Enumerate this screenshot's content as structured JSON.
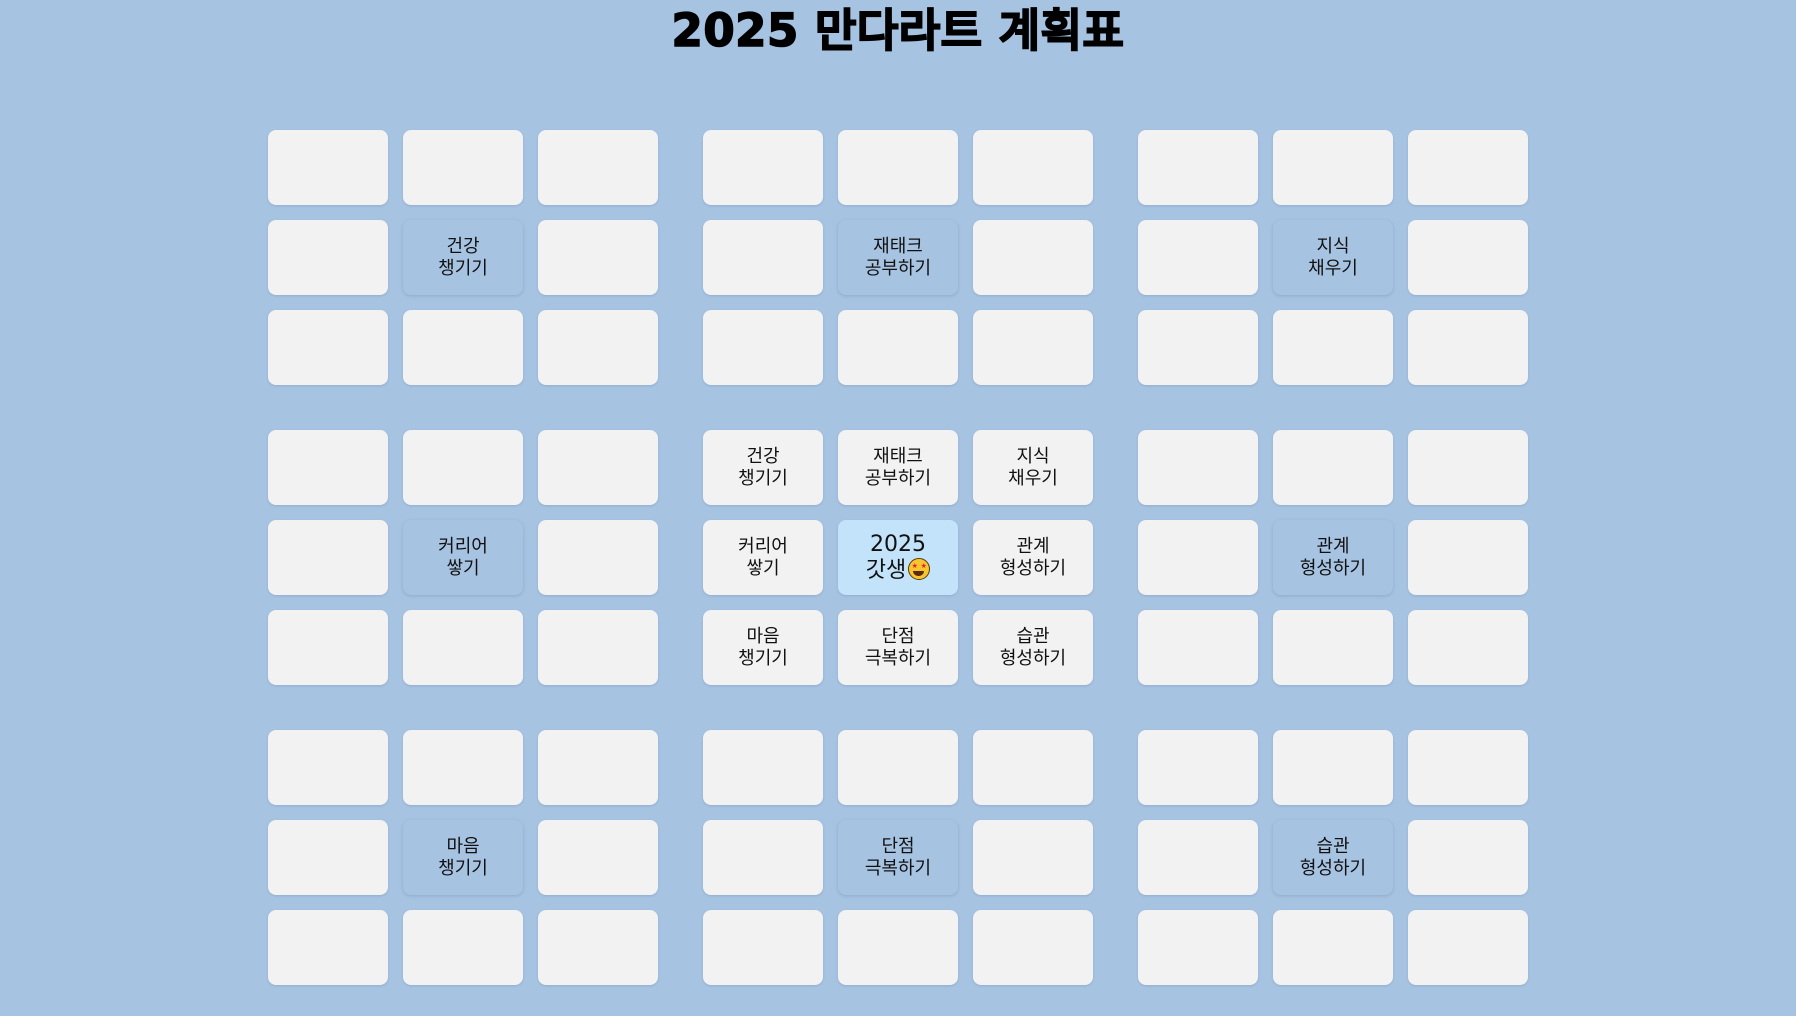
{
  "page": {
    "title": "2025 만다라트 계획표"
  },
  "core_goal": {
    "year": "2025",
    "label": "갓생",
    "icon": "star-struck-emoji-icon"
  },
  "goals": [
    "건강\n챙기기",
    "재태크\n공부하기",
    "지식\n채우기",
    "커리어\n쌓기",
    "관계\n형성하기",
    "마음\n챙기기",
    "단점\n극복하기",
    "습관\n형성하기"
  ],
  "colors": {
    "background": "#a7c3e2",
    "cell": "#f2f2f2",
    "sub_center_cell": "#a7c3e2",
    "core_cell": "#c3e3fb"
  }
}
